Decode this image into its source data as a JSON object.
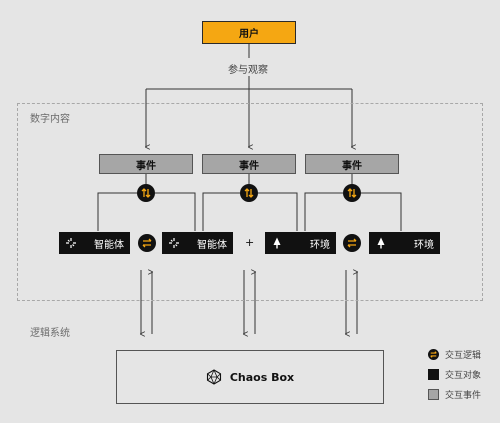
{
  "user": {
    "label": "用户"
  },
  "observe": {
    "label": "参与观察"
  },
  "content_area": {
    "label": "数字内容"
  },
  "logic_area": {
    "label": "逻辑系统"
  },
  "events": [
    {
      "label": "事件"
    },
    {
      "label": "事件"
    },
    {
      "label": "事件"
    }
  ],
  "objects": [
    {
      "label": "智能体",
      "icon": "agent-icon"
    },
    {
      "label": "智能体",
      "icon": "agent-icon"
    },
    {
      "label": "环境",
      "icon": "tree-icon"
    },
    {
      "label": "环境",
      "icon": "tree-icon"
    }
  ],
  "plus": {
    "label": "+"
  },
  "chaos": {
    "label": "Chaos Box",
    "icon": "polyhedron-icon"
  },
  "legend": [
    {
      "label": "交互逻辑",
      "kind": "circle"
    },
    {
      "label": "交互对象",
      "kind": "black"
    },
    {
      "label": "交互事件",
      "kind": "grey"
    }
  ],
  "colors": {
    "accent": "#f5a712",
    "object": "#111111",
    "event": "#a6a6a6",
    "background": "#e5e5e5"
  }
}
